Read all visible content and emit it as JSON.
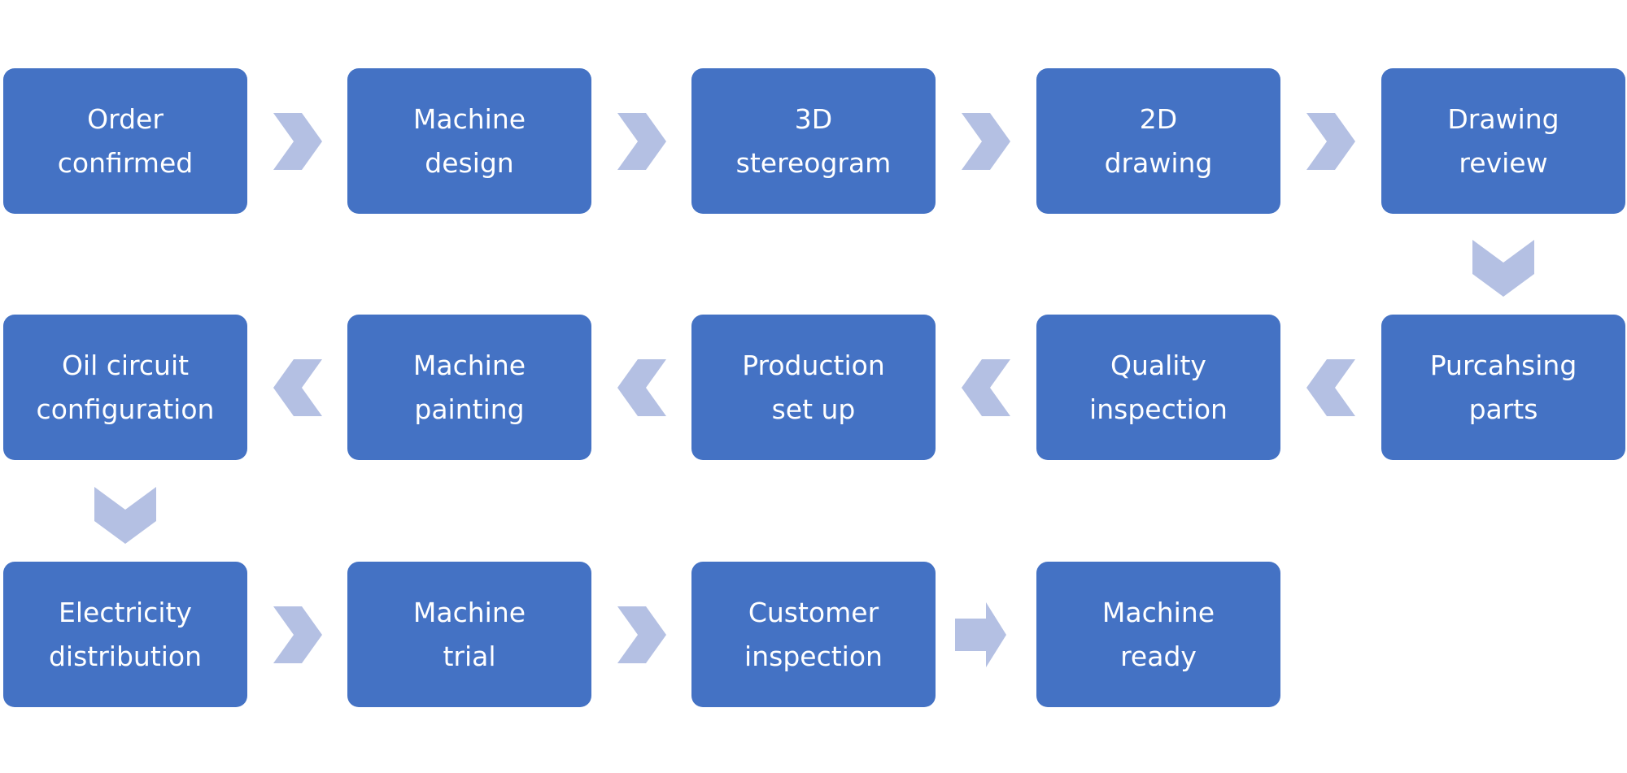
{
  "colors": {
    "box_fill": "#4472c4",
    "box_text": "#ffffff",
    "arrow": "#b4c0e3",
    "background": "#ffffff"
  },
  "steps": [
    {
      "lines": [
        "Order",
        "confirmed"
      ]
    },
    {
      "lines": [
        "Machine",
        "design"
      ]
    },
    {
      "lines": [
        "3D",
        "stereogram"
      ]
    },
    {
      "lines": [
        "2D",
        "drawing"
      ]
    },
    {
      "lines": [
        "Drawing",
        "review"
      ]
    },
    {
      "lines": [
        "Purcahsing",
        "parts"
      ]
    },
    {
      "lines": [
        "Quality",
        "inspection"
      ]
    },
    {
      "lines": [
        "Production",
        "set up"
      ]
    },
    {
      "lines": [
        "Machine",
        "painting"
      ]
    },
    {
      "lines": [
        "Oil circuit",
        "configuration"
      ]
    },
    {
      "lines": [
        "Electricity",
        "distribution"
      ]
    },
    {
      "lines": [
        "Machine",
        "trial"
      ]
    },
    {
      "lines": [
        "Customer",
        "inspection"
      ]
    },
    {
      "lines": [
        "Machine",
        "ready"
      ]
    }
  ],
  "connectors": [
    {
      "from": 0,
      "to": 1,
      "shape": "chevron-right-icon"
    },
    {
      "from": 1,
      "to": 2,
      "shape": "chevron-right-icon"
    },
    {
      "from": 2,
      "to": 3,
      "shape": "chevron-right-icon"
    },
    {
      "from": 3,
      "to": 4,
      "shape": "chevron-right-icon"
    },
    {
      "from": 4,
      "to": 5,
      "shape": "chevron-down-icon"
    },
    {
      "from": 5,
      "to": 6,
      "shape": "chevron-left-icon"
    },
    {
      "from": 6,
      "to": 7,
      "shape": "chevron-left-icon"
    },
    {
      "from": 7,
      "to": 8,
      "shape": "chevron-left-icon"
    },
    {
      "from": 8,
      "to": 9,
      "shape": "chevron-left-icon"
    },
    {
      "from": 9,
      "to": 10,
      "shape": "chevron-down-icon"
    },
    {
      "from": 10,
      "to": 11,
      "shape": "chevron-right-icon"
    },
    {
      "from": 11,
      "to": 12,
      "shape": "chevron-right-icon"
    },
    {
      "from": 12,
      "to": 13,
      "shape": "arrow-right-icon"
    }
  ]
}
